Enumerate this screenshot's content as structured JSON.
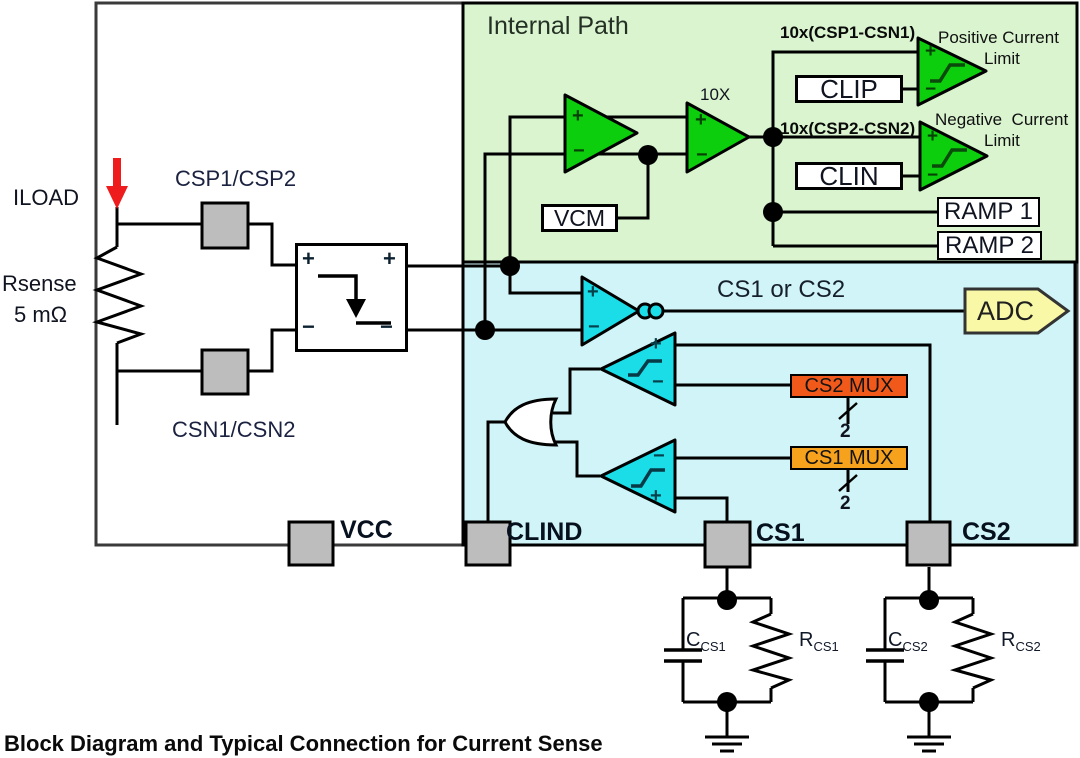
{
  "caption": "Block Diagram and Typical Connection for Current Sense",
  "regions": {
    "internal_path_title": "Internal Path",
    "colors": {
      "green_bg": "#D9F4CF",
      "cyan_bg": "#D0F4F7",
      "green_amp": "#0CCE0C",
      "cyan_amp": "#1BDDE8",
      "mux_cs2_fill": "#F1591B",
      "mux_cs1_fill": "#F6A21D",
      "adc_fill": "#F8F8A6",
      "pin_gray": "#BDBDBD",
      "arrow_red": "#EE1C1C"
    }
  },
  "left": {
    "iload": "ILOAD",
    "rsense_name": "Rsense",
    "rsense_value": "5 mΩ",
    "csp_label": "CSP1/CSP2",
    "csn_label": "CSN1/CSN2"
  },
  "internal_path": {
    "gain_label": "10X",
    "vcm": "VCM",
    "clip": "CLIP",
    "clin": "CLIN",
    "ramp1": "RAMP 1",
    "ramp2": "RAMP 2",
    "pos_net": "10x(CSP1-CSN1)",
    "neg_net": "10x(CSP2-CSN2)",
    "pos_limit_line1": "Positive Current",
    "pos_limit_line2": "Limit",
    "neg_limit_line1": "Negative  Current",
    "neg_limit_line2": "Limit"
  },
  "sense_path": {
    "cs_line_label": "CS1 or CS2",
    "adc": "ADC",
    "cs2_mux": "CS2 MUX",
    "cs1_mux": "CS1 MUX",
    "bus_width": "2"
  },
  "pins": {
    "vcc": "VCC",
    "clind": "CLIND",
    "cs1": "CS1",
    "cs2": "CS2"
  },
  "rc": {
    "c1_main": "C",
    "c1_sub": "CS1",
    "r1_main": "R",
    "r1_sub": "CS1",
    "c2_main": "C",
    "c2_sub": "CS2",
    "r2_main": "R",
    "r2_sub": "CS2"
  },
  "symbols": {
    "plus": "+",
    "minus": "−"
  }
}
